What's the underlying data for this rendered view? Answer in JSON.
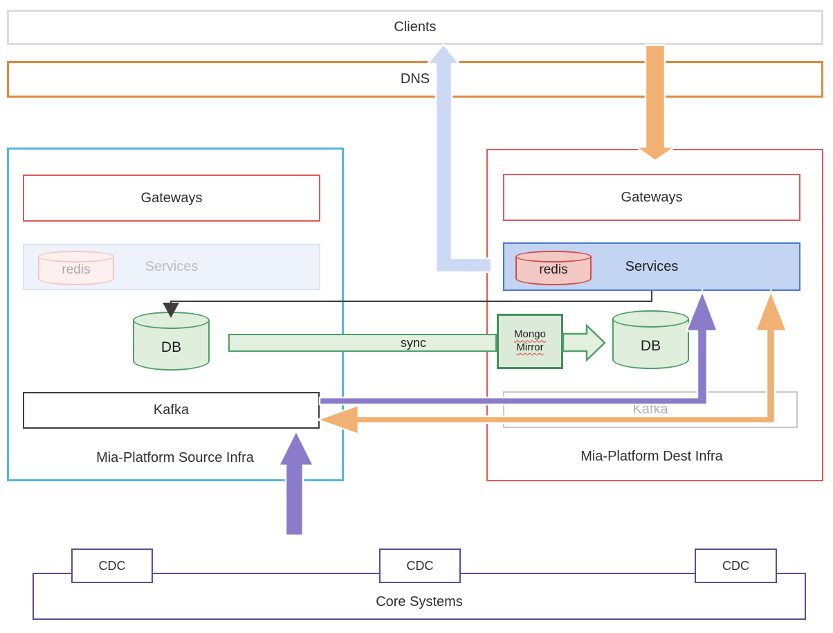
{
  "clients": {
    "label": "Clients"
  },
  "dns": {
    "label": "DNS"
  },
  "source_infra": {
    "title": "Mia-Platform Source Infra",
    "gateways": "Gateways",
    "services": "Services",
    "redis": "redis",
    "db": "DB",
    "kafka": "Kafka"
  },
  "dest_infra": {
    "title": "Mia-Platform Dest Infra",
    "gateways": "Gateways",
    "services": "Services",
    "redis": "redis",
    "db": "DB",
    "kafka": "Kafka"
  },
  "flows": {
    "sync_label": "sync",
    "mongo_mirror_line1": "Mongo",
    "mongo_mirror_line2": "Mirror"
  },
  "core": {
    "label": "Core Systems",
    "cdc": [
      "CDC",
      "CDC",
      "CDC"
    ]
  },
  "colors": {
    "clients_border": "#dcdcdc",
    "dns_border": "#e0883f",
    "source_infra_border": "#55b5e0",
    "dest_infra_border": "#e05858",
    "gateways_border": "#e05858",
    "services_active_fill": "#c3d5f2",
    "services_active_border": "#4b79d2",
    "services_faded_fill": "#eef2fb",
    "redis_fill": "#f2c9c5",
    "redis_border": "#d14f4a",
    "db_fill": "#e0eedd",
    "db_border": "#4f9f69",
    "mongo_border": "#3e8e5b",
    "kafka_border": "#3d3d3d",
    "cdc_border": "#5f4b93",
    "arrow_purple": "#8a7cc9",
    "arrow_orange": "#f0b173",
    "arrow_periwinkle": "#cbd9f4",
    "connector_black": "#3d3d3d"
  }
}
